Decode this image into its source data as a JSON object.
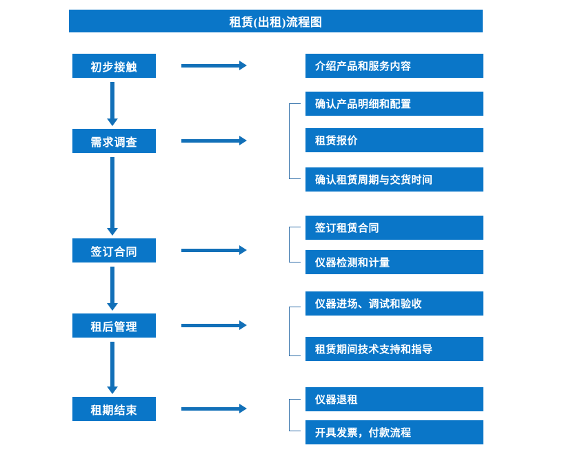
{
  "title": "租赁(出租)流程图",
  "accent_color": "#0A76C8",
  "arrow_color": "#1270B8",
  "bracket_color": "#2E6DA8",
  "text_color": "#FFFFFF",
  "background": "#FFFFFF",
  "stages": [
    {
      "label": "初步接触"
    },
    {
      "label": "需求调查"
    },
    {
      "label": "签订合同"
    },
    {
      "label": "租后管理"
    },
    {
      "label": "租期结束"
    }
  ],
  "details": [
    {
      "label": "介绍产品和服务内容"
    },
    {
      "label": "确认产品明细和配置"
    },
    {
      "label": "租赁报价"
    },
    {
      "label": "确认租赁周期与交货时间"
    },
    {
      "label": "签订租赁合同"
    },
    {
      "label": "仪器检测和计量"
    },
    {
      "label": "仪器进场、调试和验收"
    },
    {
      "label": "租赁期间技术支持和指导"
    },
    {
      "label": "仪器退租"
    },
    {
      "label": "开具发票，付款流程"
    }
  ],
  "icons": {
    "right_arrow": "right-arrow-icon",
    "down_arrow": "down-arrow-icon",
    "group_bracket": "group-bracket-icon"
  }
}
